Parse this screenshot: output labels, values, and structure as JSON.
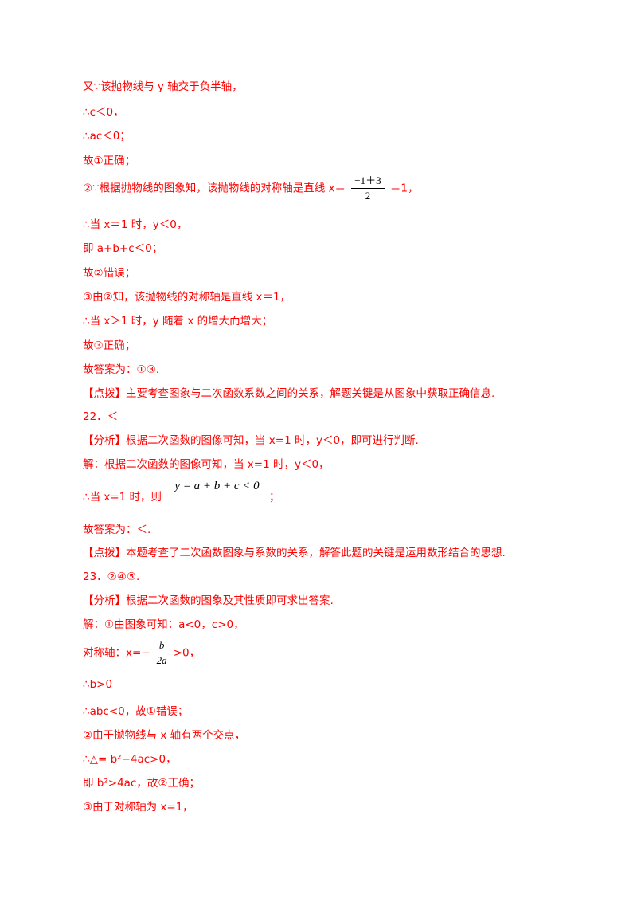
{
  "lines": {
    "l1": "又∵该抛物线与 y 轴交于负半轴，",
    "l2": "∴c＜0，",
    "l3": "∴ac＜0；",
    "l4": "故①正确；",
    "l5a": "②∵根据抛物线的图象知，该抛物线的对称轴是直线 x＝",
    "l5_num": "−1＋3",
    "l5_den": "2",
    "l5b": "＝1，",
    "l6": "∴当 x＝1 时，y＜0，",
    "l7": "即 a+b+c＜0；",
    "l8": "故②错误；",
    "l9": "③由②知，该抛物线的对称轴是直线 x＝1，",
    "l10": "∴当 x＞1 时，y 随着 x 的增大而增大；",
    "l11": "故③正确；",
    "l12": "故答案为：①③.",
    "l13": "【点拨】主要考查图象与二次函数系数之间的关系，解题关键是从图象中获取正确信息.",
    "l14": "22．＜",
    "l15": "【分析】根据二次函数的图像可知，当 x=1 时，y＜0，即可进行判断.",
    "l16": "解：根据二次函数的图像可知，当 x=1 时，y＜0，",
    "l17a": "∴当 x=1 时，则",
    "l17_math": "y = a + b + c < 0",
    "l17b": "；",
    "l18": "故答案为：＜.",
    "l19": "【点拨】本题考查了二次函数图象与系数的关系，解答此题的关键是运用数形结合的思想.",
    "l20": "23．②④⑤.",
    "l21": "【分析】根据二次函数的图象及其性质即可求出答案.",
    "l22": "解：①由图象可知：a<0，c>0，",
    "l23a": "对称轴：x=−",
    "l23_num": "b",
    "l23_den": "2a",
    "l23b": ">0，",
    "l24": "∴b>0",
    "l25": "∴abc<0，故①错误；",
    "l26": "②由于抛物线与 x 轴有两个交点，",
    "l27": "∴△= b²−4ac>0，",
    "l28": "即 b²>4ac，故②正确；",
    "l29": "③由于对称轴为 x=1，"
  }
}
